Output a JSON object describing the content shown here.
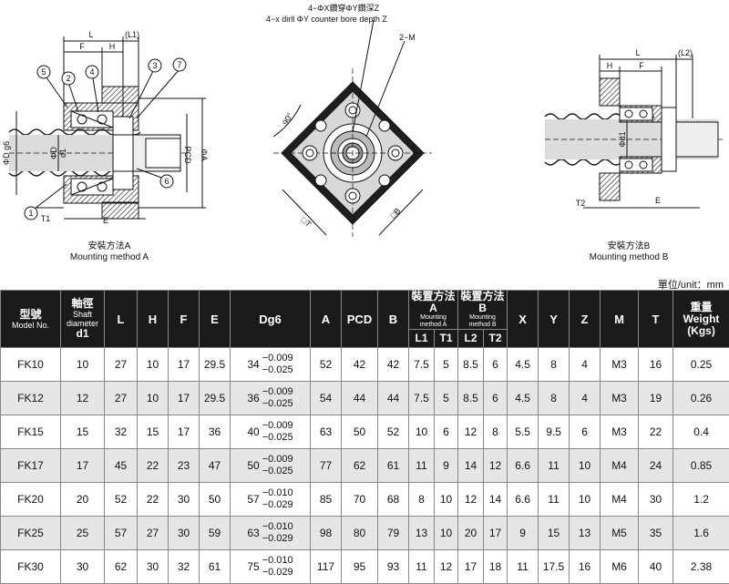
{
  "labels": {
    "mount_a_zh": "安裝方法A",
    "mount_a_en": "Mounting method A",
    "mount_b_zh": "安裝方法B",
    "mount_b_en": "Mounting method B",
    "hole_zh": "4−ΦX鑽穿ΦY鑽深Z",
    "hole_en": "4−x dirll ΦY counter bore depth Z",
    "thread_label": "2−M",
    "angle": "90°",
    "unit": "單位/unit：mm"
  },
  "dims": {
    "L": "L",
    "L1": "(L1)",
    "L2": "(L2)",
    "F": "F",
    "H": "H",
    "E": "E",
    "T1": "T1",
    "T2": "T2",
    "PCD": "PCD",
    "PhiA": "ΦA",
    "PhiDg6": "ΦD g6",
    "PhiD": "ΦD",
    "d1": "d1",
    "PhiD1": "Φd1",
    "sqT": "□T",
    "sqB": "□B",
    "n1": "1",
    "n2": "2",
    "n3": "3",
    "n4": "4",
    "n5": "5",
    "n6": "6",
    "n7": "7"
  },
  "headers": {
    "model_zh": "型號",
    "model_en": "Model No.",
    "shaft_zh": "軸徑",
    "shaft_en1": "Shaft",
    "shaft_en2": "diameter",
    "shaft_d1": "d1",
    "L": "L",
    "H": "H",
    "F": "F",
    "E": "E",
    "Dg6": "Dg6",
    "A": "A",
    "PCD": "PCD",
    "B": "B",
    "mountA_zh": "裝置方法A",
    "mountA_en": "Mounting method A",
    "mountB_zh": "裝置方法B",
    "mountB_en": "Mounting method B",
    "L1": "L1",
    "T1": "T1",
    "L2": "L2",
    "T2": "T2",
    "X": "X",
    "Y": "Y",
    "Z": "Z",
    "M": "M",
    "T": "T",
    "weight_zh": "重量",
    "weight_en": "Weight",
    "weight_unit": "(Kgs)"
  },
  "rows": [
    {
      "model": "FK10",
      "d1": "10",
      "L": "27",
      "H": "10",
      "F": "17",
      "E": "29.5",
      "D": "34",
      "tu": "−0.009",
      "tl": "−0.025",
      "A": "52",
      "PCD": "42",
      "B": "42",
      "L1": "7.5",
      "T1": "5",
      "L2": "8.5",
      "T2": "6",
      "X": "4.5",
      "Y": "8",
      "Z": "4",
      "M": "M3",
      "T": "16",
      "W": "0.25"
    },
    {
      "model": "FK12",
      "d1": "12",
      "L": "27",
      "H": "10",
      "F": "17",
      "E": "29.5",
      "D": "36",
      "tu": "−0.009",
      "tl": "−0.025",
      "A": "54",
      "PCD": "44",
      "B": "44",
      "L1": "7.5",
      "T1": "5",
      "L2": "8.5",
      "T2": "6",
      "X": "4.5",
      "Y": "8",
      "Z": "4",
      "M": "M3",
      "T": "19",
      "W": "0.26"
    },
    {
      "model": "FK15",
      "d1": "15",
      "L": "32",
      "H": "15",
      "F": "17",
      "E": "36",
      "D": "40",
      "tu": "−0.009",
      "tl": "−0.025",
      "A": "63",
      "PCD": "50",
      "B": "52",
      "L1": "10",
      "T1": "6",
      "L2": "12",
      "T2": "8",
      "X": "5.5",
      "Y": "9.5",
      "Z": "6",
      "M": "M3",
      "T": "22",
      "W": "0.4"
    },
    {
      "model": "FK17",
      "d1": "17",
      "L": "45",
      "H": "22",
      "F": "23",
      "E": "47",
      "D": "50",
      "tu": "−0.009",
      "tl": "−0.025",
      "A": "77",
      "PCD": "62",
      "B": "61",
      "L1": "11",
      "T1": "9",
      "L2": "14",
      "T2": "12",
      "X": "6.6",
      "Y": "11",
      "Z": "10",
      "M": "M4",
      "T": "24",
      "W": "0.85"
    },
    {
      "model": "FK20",
      "d1": "20",
      "L": "52",
      "H": "22",
      "F": "30",
      "E": "50",
      "D": "57",
      "tu": "−0.010",
      "tl": "−0.029",
      "A": "85",
      "PCD": "70",
      "B": "68",
      "L1": "8",
      "T1": "10",
      "L2": "12",
      "T2": "14",
      "X": "6.6",
      "Y": "11",
      "Z": "10",
      "M": "M4",
      "T": "30",
      "W": "1.2"
    },
    {
      "model": "FK25",
      "d1": "25",
      "L": "57",
      "H": "27",
      "F": "30",
      "E": "59",
      "D": "63",
      "tu": "−0.010",
      "tl": "−0.029",
      "A": "98",
      "PCD": "80",
      "B": "79",
      "L1": "13",
      "T1": "10",
      "L2": "20",
      "T2": "17",
      "X": "9",
      "Y": "15",
      "Z": "13",
      "M": "M5",
      "T": "35",
      "W": "1.6"
    },
    {
      "model": "FK30",
      "d1": "30",
      "L": "62",
      "H": "30",
      "F": "32",
      "E": "61",
      "D": "75",
      "tu": "−0.010",
      "tl": "−0.029",
      "A": "117",
      "PCD": "95",
      "B": "93",
      "L1": "11",
      "T1": "12",
      "L2": "17",
      "T2": "18",
      "X": "11",
      "Y": "17.5",
      "Z": "16",
      "M": "M6",
      "T": "40",
      "W": "2.38"
    }
  ]
}
